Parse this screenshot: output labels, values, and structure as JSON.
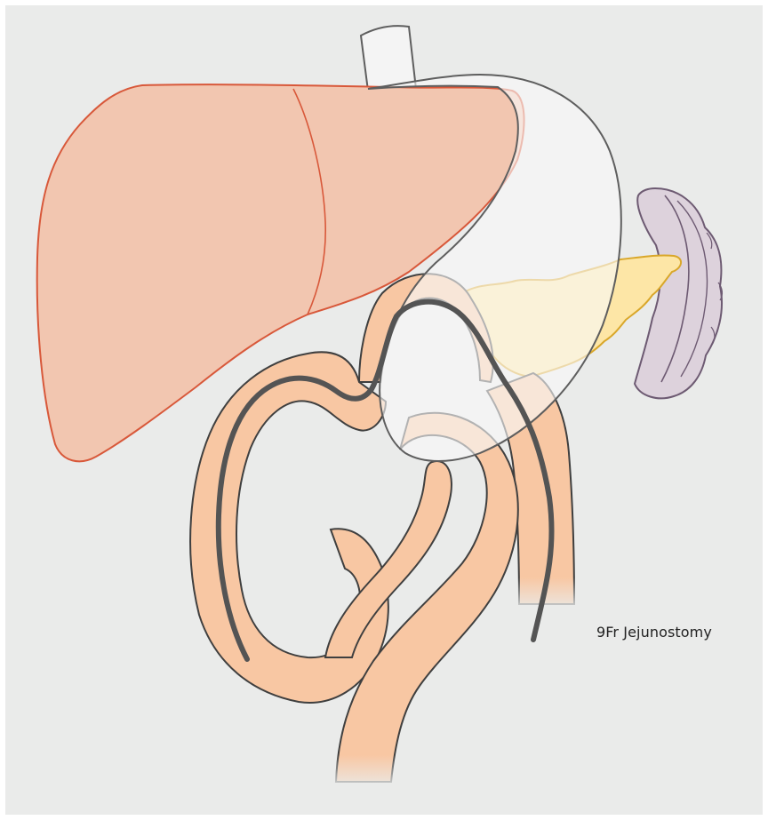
{
  "figure": {
    "label": "9Fr Jejunostomy"
  },
  "colors": {
    "background": "#eaebea",
    "liver_fill": "#f2c6b0",
    "liver_stroke": "#d8583a",
    "stomach_fill": "#f4f4f4",
    "stomach_stroke": "#5e5e5e",
    "intestine_fill": "#f8c7a3",
    "intestine_stroke": "#3f3f3f",
    "catheter": "#545454",
    "pancreas_fill": "#fde6a6",
    "pancreas_stroke": "#d9a72a",
    "spleen_fill": "#ddd2dc",
    "spleen_stroke": "#6d5a72",
    "label_text": "#222222"
  },
  "structures": [
    "liver",
    "stomach",
    "esophagus",
    "small-intestine",
    "pancreas",
    "spleen",
    "jejunostomy-catheter"
  ]
}
